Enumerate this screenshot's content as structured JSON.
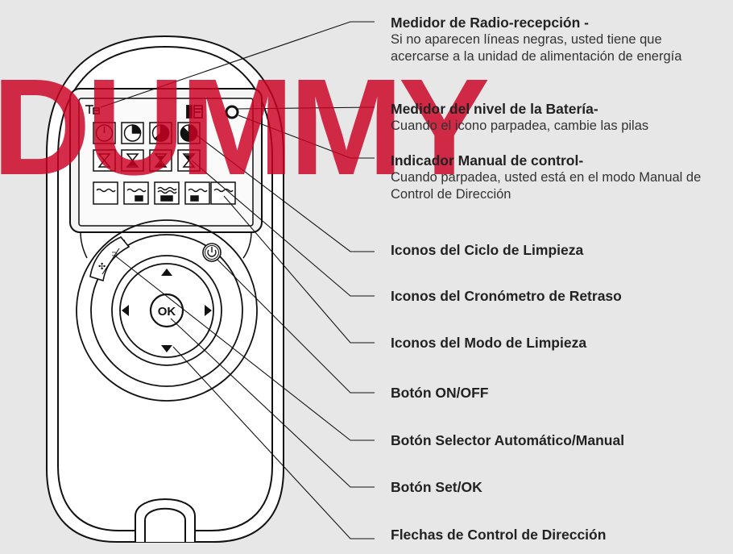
{
  "callouts": [
    {
      "title": "Medidor de Radio-recepción -",
      "desc": "Si no aparecen líneas negras, usted tiene que acercarse a la unidad de alimentación de energía"
    },
    {
      "title": "Medidor del nivel de la Batería-",
      "desc": "Cuando el icono parpadea, cambie las pilas"
    },
    {
      "title": "Indicador Manual de control-",
      "desc": "Cuando parpadea, usted está en el modo Manual de Control de Dirección"
    },
    {
      "title": "Iconos del Ciclo de Limpieza",
      "desc": ""
    },
    {
      "title": "Iconos del Cronómetro de Retraso",
      "desc": ""
    },
    {
      "title": "Iconos del Modo de Limpieza",
      "desc": ""
    },
    {
      "title": "Botón ON/OFF",
      "desc": ""
    },
    {
      "title": "Botón Selector Automático/Manual",
      "desc": ""
    },
    {
      "title": "Botón Set/OK",
      "desc": ""
    },
    {
      "title": "Flechas de Control de Dirección",
      "desc": ""
    }
  ],
  "device": {
    "ok_label": "OK"
  },
  "watermark": {
    "text": "DUMMY"
  },
  "colors": {
    "background": "#e7e7e8",
    "line": "#111111",
    "watermark": "#cc0022"
  },
  "icons": [
    "radio-signal-icon",
    "battery-icon",
    "manual-control-indicator-icon",
    "clock-cycle-icon",
    "hourglass-icon",
    "cleaning-mode-icon",
    "power-icon",
    "arrow-icon"
  ]
}
